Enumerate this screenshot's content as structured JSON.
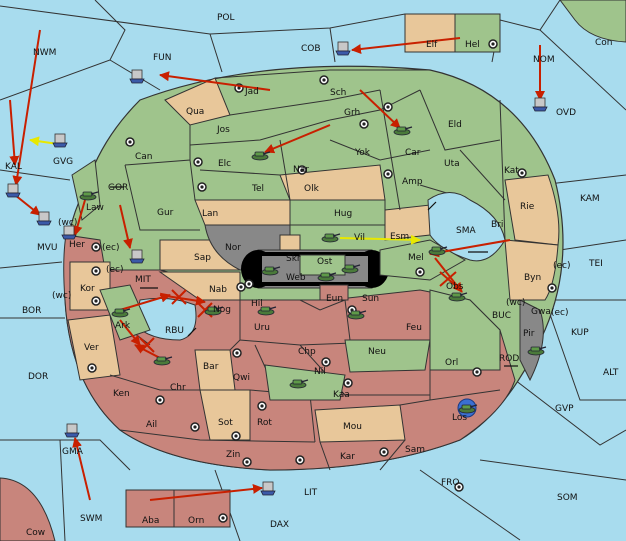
{
  "colors": {
    "sea": "#a8dcee",
    "green_power": "#9fc48c",
    "red_power": "#c8857c",
    "neutral": "#e8c79a",
    "impassable": "#888888",
    "order": "#c82000",
    "support": "#e8e800"
  },
  "map": {
    "sea_labels": [
      {
        "key": "pol",
        "text": "POL"
      },
      {
        "key": "nwm",
        "text": "NWM"
      },
      {
        "key": "fun",
        "text": "FUN"
      },
      {
        "key": "cob",
        "text": "COB"
      },
      {
        "key": "nom",
        "text": "NOM"
      },
      {
        "key": "con",
        "text": "Con"
      },
      {
        "key": "ovd",
        "text": "OVD"
      },
      {
        "key": "kal",
        "text": "KAL"
      },
      {
        "key": "gvg",
        "text": "GVG"
      },
      {
        "key": "gor",
        "text": "GOR"
      },
      {
        "key": "mvu",
        "text": "MVU"
      },
      {
        "key": "kam",
        "text": "KAM"
      },
      {
        "key": "sma",
        "text": "SMA"
      },
      {
        "key": "tei",
        "text": "TEI"
      },
      {
        "key": "bor",
        "text": "BOR"
      },
      {
        "key": "mit",
        "text": "MIT"
      },
      {
        "key": "rbu",
        "text": "RBU"
      },
      {
        "key": "buc",
        "text": "BUC"
      },
      {
        "key": "kup",
        "text": "KUP"
      },
      {
        "key": "dor",
        "text": "DOR"
      },
      {
        "key": "rod",
        "text": "ROD"
      },
      {
        "key": "alt",
        "text": "ALT"
      },
      {
        "key": "gvp",
        "text": "GVP"
      },
      {
        "key": "gma",
        "text": "GMA"
      },
      {
        "key": "fro",
        "text": "FRO"
      },
      {
        "key": "som",
        "text": "SOM"
      },
      {
        "key": "swm",
        "text": "SWM"
      },
      {
        "key": "lit",
        "text": "LIT"
      },
      {
        "key": "dax",
        "text": "DAX"
      },
      {
        "key": "cow",
        "text": "Cow"
      }
    ],
    "province_labels": [
      {
        "key": "elf",
        "text": "Elf"
      },
      {
        "key": "hel",
        "text": "Hel"
      },
      {
        "key": "jad",
        "text": "Jad"
      },
      {
        "key": "sch",
        "text": "Sch"
      },
      {
        "key": "qua",
        "text": "Qua"
      },
      {
        "key": "jos",
        "text": "Jos"
      },
      {
        "key": "grh",
        "text": "Grh"
      },
      {
        "key": "eld",
        "text": "Eld"
      },
      {
        "key": "can",
        "text": "Can"
      },
      {
        "key": "car",
        "text": "Car"
      },
      {
        "key": "yok",
        "text": "Yok"
      },
      {
        "key": "elc",
        "text": "Elc"
      },
      {
        "key": "nar",
        "text": "Nar"
      },
      {
        "key": "uta",
        "text": "Uta"
      },
      {
        "key": "tel",
        "text": "Tel"
      },
      {
        "key": "olk",
        "text": "Olk"
      },
      {
        "key": "amp",
        "text": "Amp"
      },
      {
        "key": "kat",
        "text": "Kat"
      },
      {
        "key": "gur",
        "text": "Gur"
      },
      {
        "key": "rie",
        "text": "Rie"
      },
      {
        "key": "lan",
        "text": "Lan"
      },
      {
        "key": "hug",
        "text": "Hug"
      },
      {
        "key": "law",
        "text": "Law"
      },
      {
        "key": "bri",
        "text": "Bri"
      },
      {
        "key": "wc1",
        "text": "(wc)"
      },
      {
        "key": "her",
        "text": "Her"
      },
      {
        "key": "ec1",
        "text": "(ec)"
      },
      {
        "key": "nor",
        "text": "Nor"
      },
      {
        "key": "vil",
        "text": "Vil"
      },
      {
        "key": "esm",
        "text": "Esm"
      },
      {
        "key": "skr",
        "text": "Skr"
      },
      {
        "key": "mel",
        "text": "Mel"
      },
      {
        "key": "sap",
        "text": "Sap"
      },
      {
        "key": "ost",
        "text": "Ost"
      },
      {
        "key": "web",
        "text": "Web"
      },
      {
        "key": "ec2",
        "text": "(ec)"
      },
      {
        "key": "byn",
        "text": "Byn"
      },
      {
        "key": "ec3",
        "text": "(ec)"
      },
      {
        "key": "kor",
        "text": "Kor"
      },
      {
        "key": "wc2",
        "text": "(wc)"
      },
      {
        "key": "nab",
        "text": "Nab"
      },
      {
        "key": "obs",
        "text": "Obs"
      },
      {
        "key": "eun",
        "text": "Eun"
      },
      {
        "key": "sun",
        "text": "Sun"
      },
      {
        "key": "hil",
        "text": "Hil"
      },
      {
        "key": "nog",
        "text": "Nog"
      },
      {
        "key": "wc3",
        "text": "(wc)"
      },
      {
        "key": "gwa",
        "text": "Gwa"
      },
      {
        "key": "ec4",
        "text": "(ec)"
      },
      {
        "key": "ark",
        "text": "Ark"
      },
      {
        "key": "uru",
        "text": "Uru"
      },
      {
        "key": "feu",
        "text": "Feu"
      },
      {
        "key": "pir",
        "text": "Pir"
      },
      {
        "key": "ver",
        "text": "Ver"
      },
      {
        "key": "chp",
        "text": "Chp"
      },
      {
        "key": "neu",
        "text": "Neu"
      },
      {
        "key": "orl",
        "text": "Orl"
      },
      {
        "key": "bar",
        "text": "Bar"
      },
      {
        "key": "qwi",
        "text": "Qwi"
      },
      {
        "key": "nil",
        "text": "Nil"
      },
      {
        "key": "ken",
        "text": "Ken"
      },
      {
        "key": "chr",
        "text": "Chr"
      },
      {
        "key": "kaa",
        "text": "Kaa"
      },
      {
        "key": "los",
        "text": "Los"
      },
      {
        "key": "ail",
        "text": "Ail"
      },
      {
        "key": "sot",
        "text": "Sot"
      },
      {
        "key": "rot",
        "text": "Rot"
      },
      {
        "key": "mou",
        "text": "Mou"
      },
      {
        "key": "sam",
        "text": "Sam"
      },
      {
        "key": "zin",
        "text": "Zin"
      },
      {
        "key": "kar",
        "text": "Kar"
      },
      {
        "key": "aba",
        "text": "Aba"
      },
      {
        "key": "orn",
        "text": "Orn"
      }
    ]
  }
}
